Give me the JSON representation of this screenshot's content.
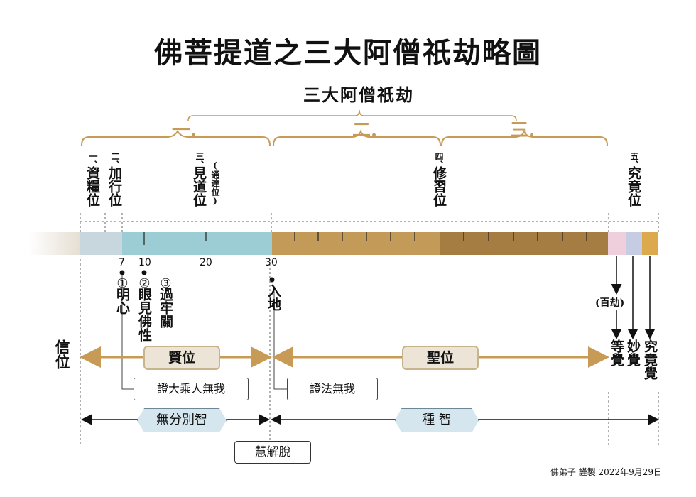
{
  "title": "佛菩提道之三大阿僧祇劫略圖",
  "subtitle": "三大阿僧祇劫",
  "kalpa_numbers": [
    "一.",
    "二.",
    "三."
  ],
  "stages": {
    "s1_num": "一、",
    "s1": "資糧位",
    "s2_num": "二、",
    "s2": "加行位",
    "s3_num": "三、",
    "s3": "見道位",
    "s3_note": "(通達位)",
    "s4_num": "四、",
    "s4": "修習位",
    "s5_num": "五、",
    "s5": "究竟位"
  },
  "ticks": {
    "t7": "7",
    "t10": "10",
    "t20": "20",
    "t30": "30"
  },
  "markers": {
    "m1_num": "①",
    "m1": "明心",
    "m2_num": "②",
    "m2": "眼見佛性",
    "m3_num": "③",
    "m3": "過牢關",
    "ru_di": "入地"
  },
  "hundred_kalpa": "(百劫)",
  "final_stages": [
    "等覺",
    "妙覺",
    "究竟覺"
  ],
  "faith": "信位",
  "sage_label": "賢位",
  "saint_label": "聖位",
  "callout_1": "證大乘人無我",
  "callout_2": "證法無我",
  "wisdom_1": "無分別智",
  "wisdom_2": "種 智",
  "liberation": "慧解脫",
  "footer": "佛弟子 謹製 2022年9月29日",
  "colors": {
    "stage1": "#c8d6dd",
    "stage2": "#9dcdd4",
    "stage3": "#c49a58",
    "stage4": "#a57d43",
    "dengjue": "#f0cfdc",
    "miaojue": "#c5cce4",
    "jiujing": "#dca94c",
    "gold": "#c79a55"
  }
}
